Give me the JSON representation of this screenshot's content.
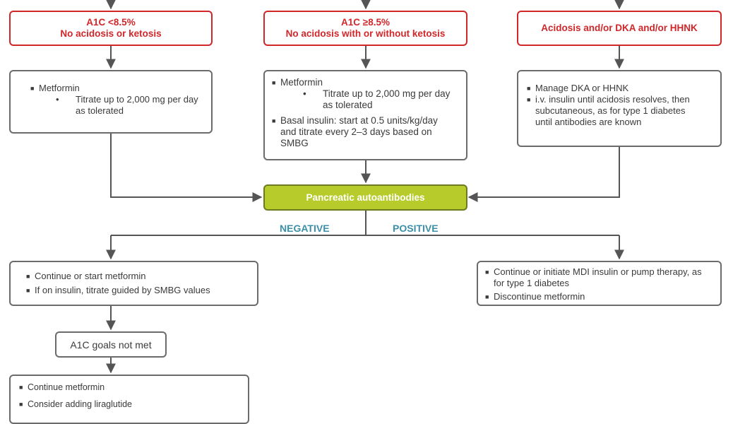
{
  "top_boxes": {
    "left": {
      "line1": "A1C <8.5%",
      "line2": "No acidosis or ketosis"
    },
    "middle": {
      "line1": "A1C ≥8.5%",
      "line2": "No acidosis with or without ketosis"
    },
    "right": {
      "line1": "Acidosis and/or DKA and/or HHNK"
    }
  },
  "left_treatment": {
    "item1": "Metformin",
    "sub1_line1": "Titrate up to 2,000 mg per day",
    "sub1_line2": "as tolerated"
  },
  "middle_treatment": {
    "item1": "Metformin",
    "sub1_line1": "Titrate up to 2,000 mg per day",
    "sub1_line2": "as tolerated",
    "item2_line1": "Basal insulin: start at 0.5 units/kg/day",
    "item2_line2": "and titrate every 2–3 days based on",
    "item2_line3": "SMBG"
  },
  "right_treatment": {
    "item1": "Manage DKA or HHNK",
    "item2_line1": "i.v. insulin until acidosis resolves, then",
    "item2_line2": "subcutaneous, as for type 1 diabetes",
    "item2_line3": "until antibodies are known"
  },
  "center_box": {
    "label": "Pancreatic autoantibodies"
  },
  "branch_labels": {
    "negative": "NEGATIVE",
    "positive": "POSITIVE"
  },
  "negative_box": {
    "item1": "Continue or start metformin",
    "item2": "If on insulin, titrate guided by SMBG values"
  },
  "positive_box": {
    "item1_line1": "Continue or initiate MDI insulin or pump therapy, as",
    "item1_line2": "for type 1 diabetes",
    "item2": "Discontinue metformin"
  },
  "goals_box": {
    "label": "A1C goals not met"
  },
  "bottom_box": {
    "item1": "Continue metformin",
    "item2": "Consider adding liraglutide"
  },
  "bullet_glyph": "■",
  "sub_bullet_glyph": "•",
  "colors": {
    "red_border": "#d0272a",
    "green_fill": "#b7cc2b",
    "blue_label": "#3b8fa7",
    "line": "#555555"
  }
}
